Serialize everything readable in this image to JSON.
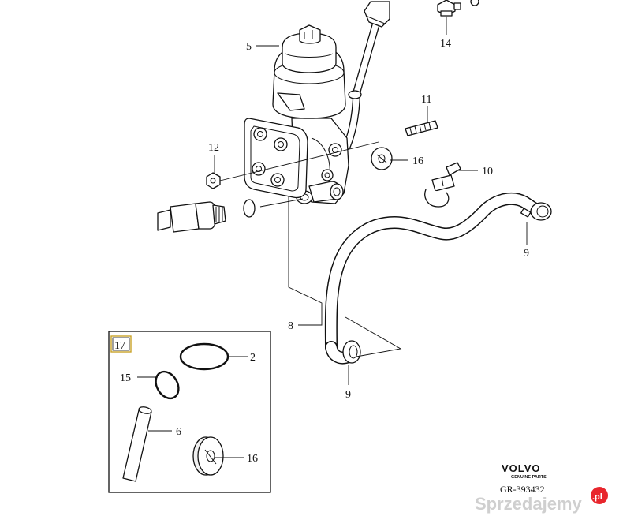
{
  "callouts": {
    "c5": "5",
    "c14": "14",
    "c11": "11",
    "c12": "12",
    "c16": "16",
    "c10": "10",
    "c9a": "9",
    "c8": "8",
    "c9b": "9"
  },
  "kit": {
    "number": "17",
    "c2": "2",
    "c15": "15",
    "c6": "6",
    "c16": "16"
  },
  "brand": {
    "logo": "VOLVO",
    "tagline": "GENUINE PARTS",
    "diagram_code": "GR-393432"
  },
  "watermark": {
    "text": "Sprzedajemy",
    "badge": ".pl",
    "badge_color": "#e8262d"
  }
}
